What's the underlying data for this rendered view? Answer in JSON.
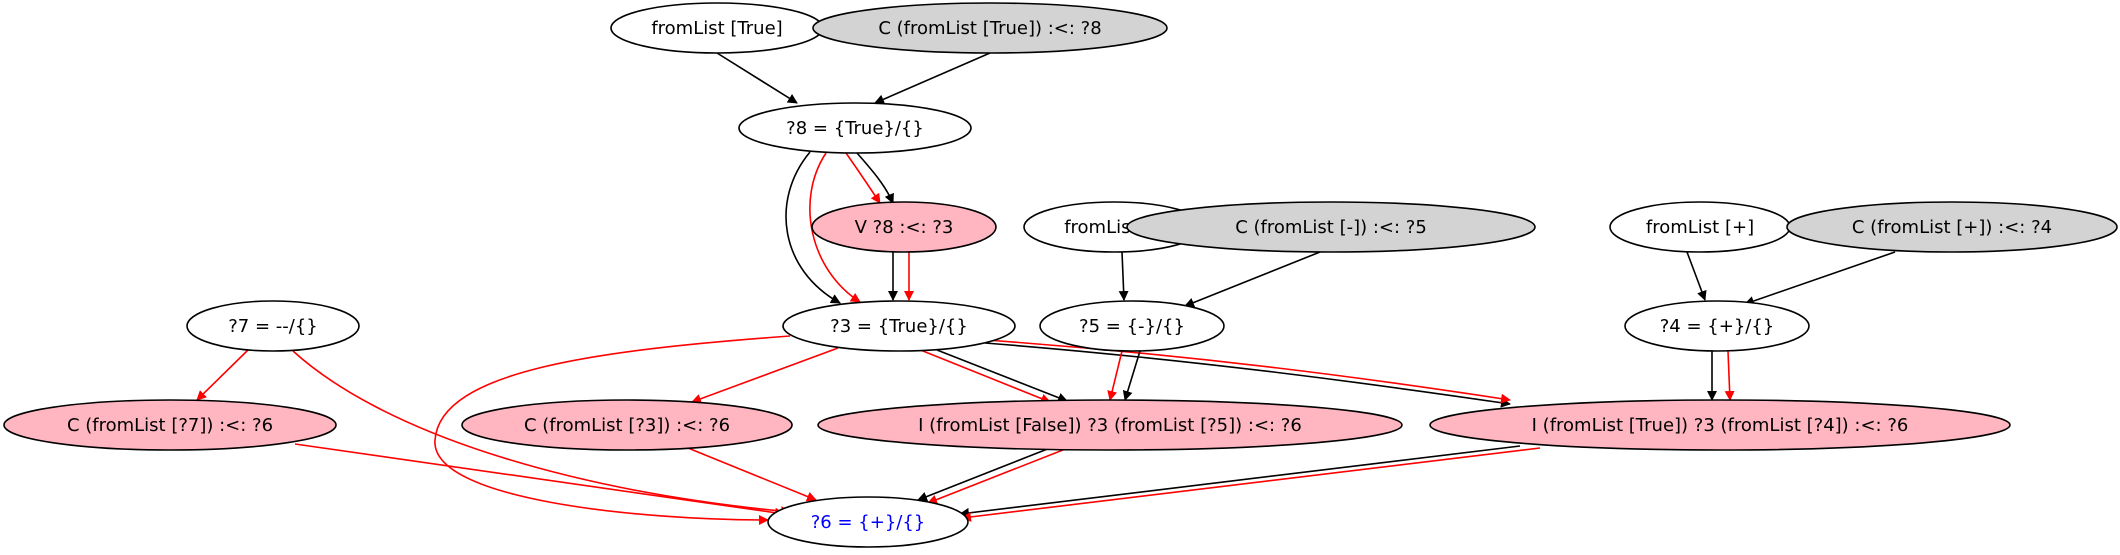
{
  "colors": {
    "black_edge": "#000000",
    "red_edge": "#ff0000",
    "fill_white": "#ffffff",
    "fill_gray": "#d3d3d3",
    "fill_pink": "#ffb6c1",
    "text_default": "#000000",
    "text_blue": "#0000ff"
  },
  "nodes": [
    {
      "id": "fromlist-true",
      "label": "fromList [True]",
      "fill": "white"
    },
    {
      "id": "c-fromlist-true",
      "label": "C (fromList [True]) :<: ?8",
      "fill": "gray"
    },
    {
      "id": "q8",
      "label": "?8 = {True}/{}",
      "fill": "white"
    },
    {
      "id": "v-q8",
      "label": "V ?8 :<: ?3",
      "fill": "pink"
    },
    {
      "id": "fromlist-minus",
      "label": "fromList [-]",
      "fill": "white"
    },
    {
      "id": "c-fromlist-minus",
      "label": "C (fromList [-]) :<: ?5",
      "fill": "gray"
    },
    {
      "id": "fromlist-plus",
      "label": "fromList [+]",
      "fill": "white"
    },
    {
      "id": "c-fromlist-plus",
      "label": "C (fromList [+]) :<: ?4",
      "fill": "gray"
    },
    {
      "id": "q7",
      "label": "?7 = --/{}",
      "fill": "white"
    },
    {
      "id": "q3",
      "label": "?3 = {True}/{}",
      "fill": "white"
    },
    {
      "id": "q5",
      "label": "?5 = {-}/{}",
      "fill": "white"
    },
    {
      "id": "q4",
      "label": "?4 = {+}/{}",
      "fill": "white"
    },
    {
      "id": "c-fromlist-q7",
      "label": "C (fromList [?7]) :<: ?6",
      "fill": "pink"
    },
    {
      "id": "c-fromlist-q3",
      "label": "C (fromList [?3]) :<: ?6",
      "fill": "pink"
    },
    {
      "id": "i-false",
      "label": "I (fromList [False]) ?3 (fromList [?5]) :<: ?6",
      "fill": "pink"
    },
    {
      "id": "i-true",
      "label": "I (fromList [True]) ?3 (fromList [?4]) :<: ?6",
      "fill": "pink"
    },
    {
      "id": "q6",
      "label": "?6 = {+}/{}",
      "fill": "white",
      "text": "blue"
    }
  ],
  "edges": [
    {
      "from": "fromlist-true",
      "to": "q8",
      "color": "black"
    },
    {
      "from": "c-fromlist-true",
      "to": "q8",
      "color": "black"
    },
    {
      "from": "q8",
      "to": "v-q8",
      "color": "black"
    },
    {
      "from": "q8",
      "to": "v-q8",
      "color": "red"
    },
    {
      "from": "q8",
      "to": "q3",
      "color": "black"
    },
    {
      "from": "q8",
      "to": "q3",
      "color": "red"
    },
    {
      "from": "v-q8",
      "to": "q3",
      "color": "black"
    },
    {
      "from": "v-q8",
      "to": "q3",
      "color": "red"
    },
    {
      "from": "fromlist-minus",
      "to": "q5",
      "color": "black"
    },
    {
      "from": "c-fromlist-minus",
      "to": "q5",
      "color": "black"
    },
    {
      "from": "fromlist-plus",
      "to": "q4",
      "color": "black"
    },
    {
      "from": "c-fromlist-plus",
      "to": "q4",
      "color": "black"
    },
    {
      "from": "q7",
      "to": "c-fromlist-q7",
      "color": "red"
    },
    {
      "from": "q7",
      "to": "q6",
      "color": "red"
    },
    {
      "from": "q3",
      "to": "c-fromlist-q3",
      "color": "red"
    },
    {
      "from": "q3",
      "to": "q6",
      "color": "red"
    },
    {
      "from": "q3",
      "to": "i-false",
      "color": "black"
    },
    {
      "from": "q3",
      "to": "i-false",
      "color": "red"
    },
    {
      "from": "q3",
      "to": "i-true",
      "color": "black"
    },
    {
      "from": "q3",
      "to": "i-true",
      "color": "red"
    },
    {
      "from": "q5",
      "to": "i-false",
      "color": "black"
    },
    {
      "from": "q5",
      "to": "i-false",
      "color": "red"
    },
    {
      "from": "q4",
      "to": "i-true",
      "color": "black"
    },
    {
      "from": "q4",
      "to": "i-true",
      "color": "red"
    },
    {
      "from": "c-fromlist-q7",
      "to": "q6",
      "color": "red"
    },
    {
      "from": "c-fromlist-q3",
      "to": "q6",
      "color": "red"
    },
    {
      "from": "i-false",
      "to": "q6",
      "color": "black"
    },
    {
      "from": "i-false",
      "to": "q6",
      "color": "red"
    },
    {
      "from": "i-true",
      "to": "q6",
      "color": "black"
    },
    {
      "from": "i-true",
      "to": "q6",
      "color": "red"
    }
  ]
}
